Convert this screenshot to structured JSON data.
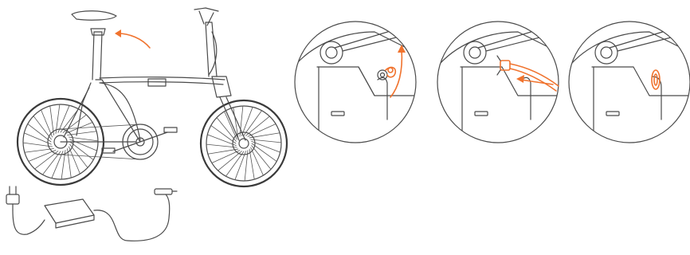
{
  "figure": {
    "steps": [
      {
        "id": "bike-overview",
        "icon": "folding-bike-icon"
      },
      {
        "id": "open-port-cover",
        "icon": "port-cover-open-icon"
      },
      {
        "id": "insert-plug",
        "icon": "plug-insert-icon"
      },
      {
        "id": "close-port-cover",
        "icon": "port-cover-closed-icon"
      }
    ],
    "colors": {
      "line_art": "#4a4a4a",
      "accent": "#f0732e",
      "background": "#ffffff"
    }
  }
}
